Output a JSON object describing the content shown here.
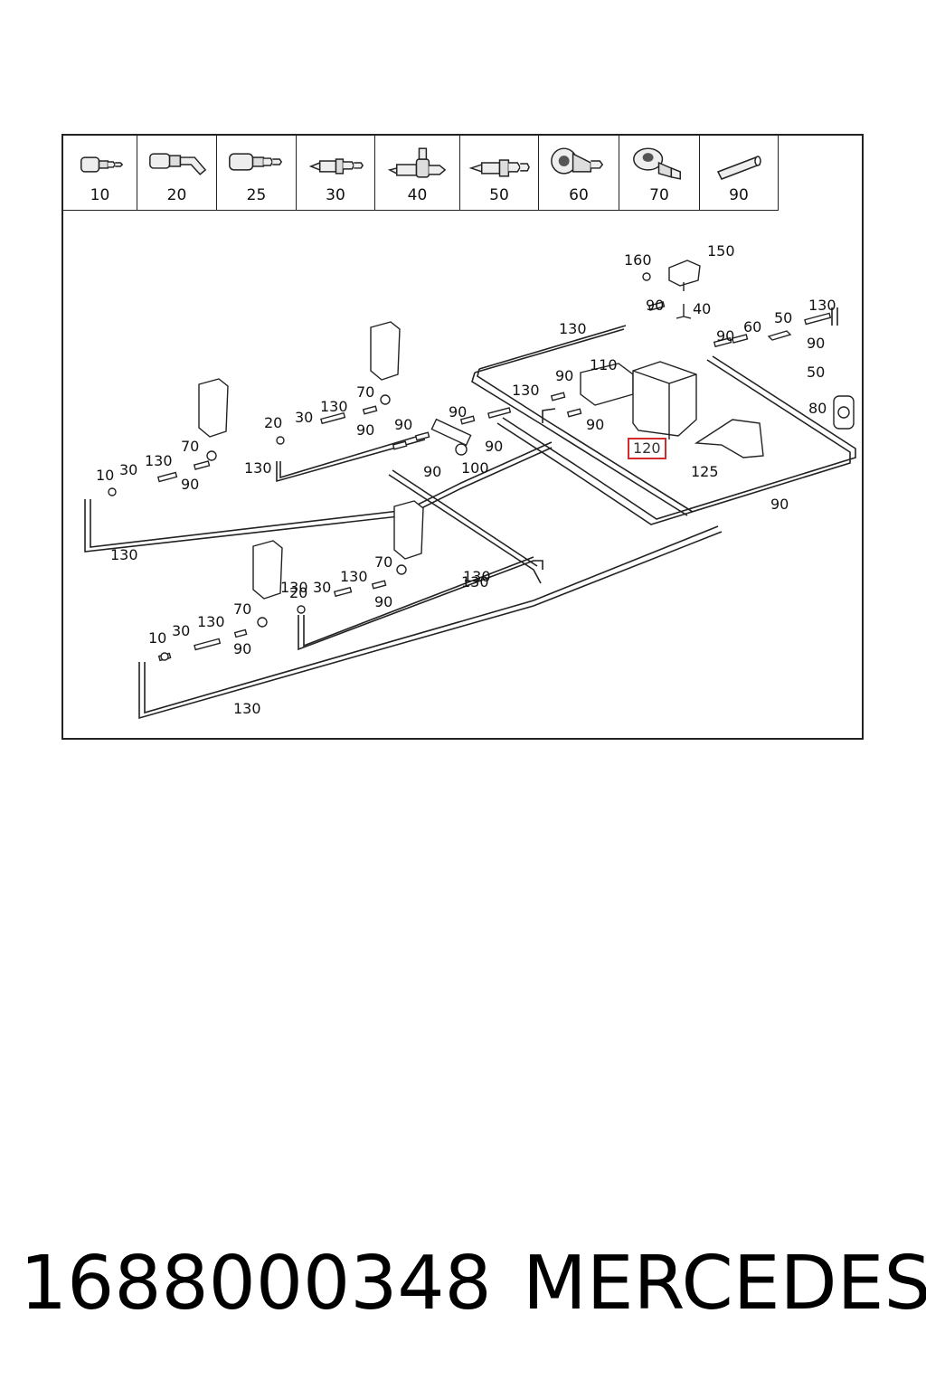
{
  "header_parts": [
    {
      "num": "10",
      "icon": "coupling-icon"
    },
    {
      "num": "20",
      "icon": "elbow-connector-icon"
    },
    {
      "num": "25",
      "icon": "coupling-icon"
    },
    {
      "num": "30",
      "icon": "straight-connector-icon"
    },
    {
      "num": "40",
      "icon": "tee-connector-icon"
    },
    {
      "num": "50",
      "icon": "straight-connector-icon"
    },
    {
      "num": "60",
      "icon": "check-valve-icon"
    },
    {
      "num": "70",
      "icon": "elbow-valve-icon"
    },
    {
      "num": "90",
      "icon": "hose-sleeve-icon"
    }
  ],
  "callouts": [
    "160",
    "150",
    "90",
    "40",
    "130",
    "90",
    "60",
    "50",
    "130",
    "90",
    "50",
    "110",
    "90",
    "130",
    "90",
    "80",
    "120",
    "125",
    "90",
    "90",
    "130",
    "90",
    "70",
    "20",
    "30",
    "130",
    "90",
    "90",
    "100",
    "90",
    "70",
    "10",
    "30",
    "130",
    "130",
    "90",
    "130",
    "130",
    "130",
    "70",
    "20",
    "30",
    "130",
    "90",
    "70",
    "130",
    "10",
    "30",
    "90",
    "130"
  ],
  "highlight_callout": "120",
  "footer": {
    "part_number": "1688000348",
    "brand": "MERCEDES"
  }
}
